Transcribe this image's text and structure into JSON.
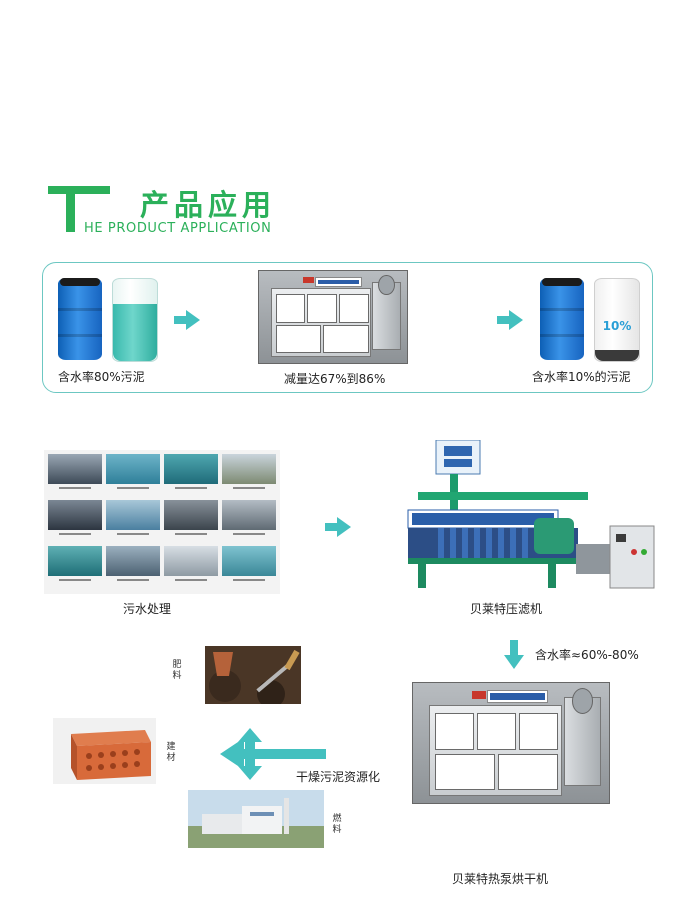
{
  "header": {
    "big_letter": "T",
    "title_cn": "产品应用",
    "title_en": "HE PRODUCT APPLICATION"
  },
  "process": {
    "before_caption": "含水率80%污泥",
    "middle_caption": "减量达67%到86%",
    "after_caption": "含水率10%的污泥",
    "barrel_label": "10%"
  },
  "flow": {
    "sewage_caption": "污水处理",
    "press_caption": "贝莱特压滤机",
    "press_output": "含水率≈60%-80%",
    "dryer_caption": "贝莱特热泵烘干机",
    "resource_caption": "干燥污泥资源化",
    "uses": {
      "fertilizer": "肥料",
      "building": "建材",
      "fuel": "燃料"
    }
  },
  "colors": {
    "brand_green": "#2bb05a",
    "accent_teal": "#43c0bf",
    "box_border": "#6cc7c2"
  }
}
